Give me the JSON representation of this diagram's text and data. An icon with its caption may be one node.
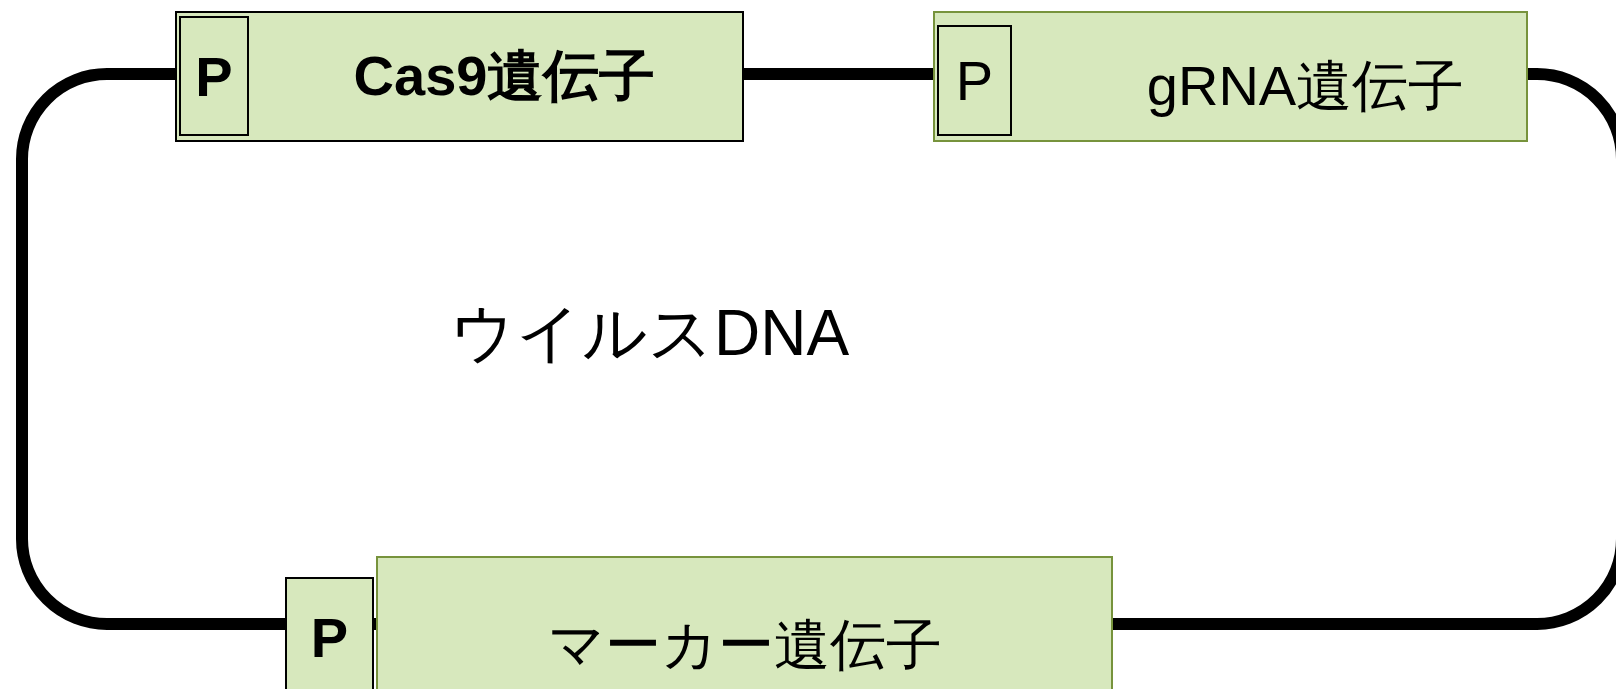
{
  "diagram": {
    "nodes": [
      {
        "text": [
          "Cas9遺伝子"
        ]
      },
      {
        "text": [
          "P"
        ],
        "in": 0
      },
      {
        "text": [
          "gRNA遺伝子"
        ]
      },
      {
        "text": [
          "P"
        ],
        "in": 2
      },
      {
        "text": [
          "P"
        ]
      },
      {
        "text": [
          "マーカー遺伝子"
        ]
      }
    ],
    "labels": [
      "ウイルスDNA"
    ]
  }
}
